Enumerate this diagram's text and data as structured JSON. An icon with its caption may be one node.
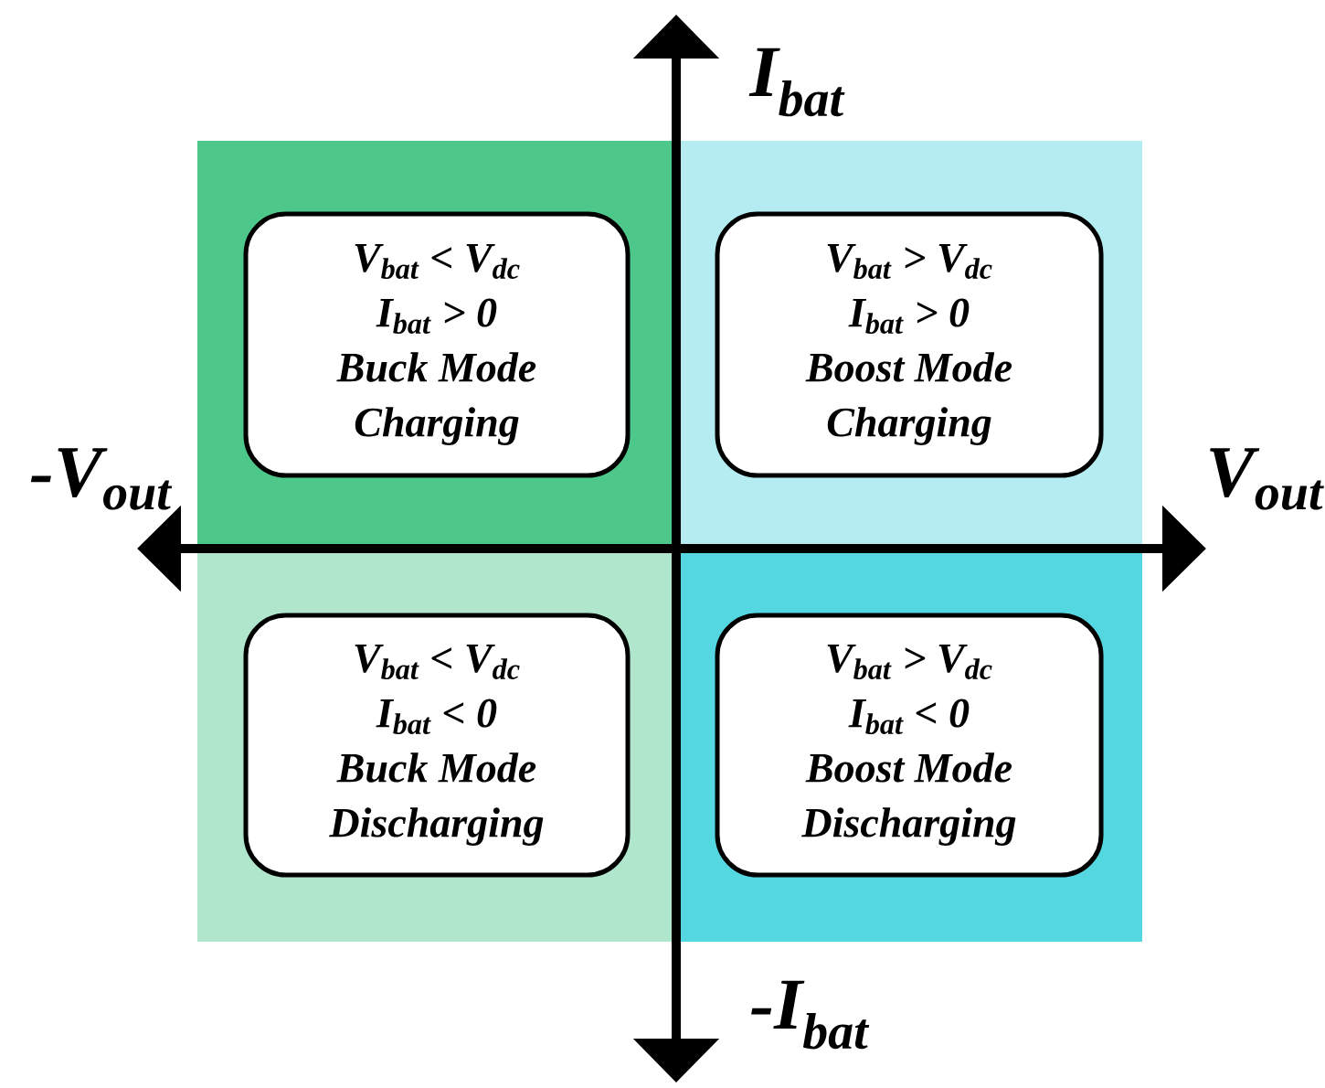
{
  "diagram": {
    "nodes": [
      {
        "text": [],
        "shape": "box"
      },
      {
        "text": [
          "V$_{bat}$ < V$_{dc}$",
          "I$_{bat}$ > 0",
          "Buck Mode",
          "Charging"
        ],
        "in": 0
      },
      {
        "text": [],
        "shape": "box"
      },
      {
        "text": [
          "V$_{bat}$ > V$_{dc}$",
          "I$_{bat}$ > 0",
          "Boost Mode",
          "Charging"
        ],
        "in": 2
      },
      {
        "text": [],
        "shape": "box"
      },
      {
        "text": [
          "V$_{bat}$ < V$_{dc}$",
          "I$_{bat}$ < 0",
          "Buck Mode",
          "Discharging"
        ],
        "in": 4
      },
      {
        "text": [],
        "shape": "box"
      },
      {
        "text": [
          "V$_{bat}$ > V$_{dc}$",
          "I$_{bat}$ < 0",
          "Boost Mode",
          "Discharging"
        ],
        "in": 6
      }
    ],
    "edges": [],
    "labels": [
      "I$_{bat}$",
      "-V$_{out}$",
      "V$_{out}$",
      "-I$_{bat}$"
    ]
  }
}
